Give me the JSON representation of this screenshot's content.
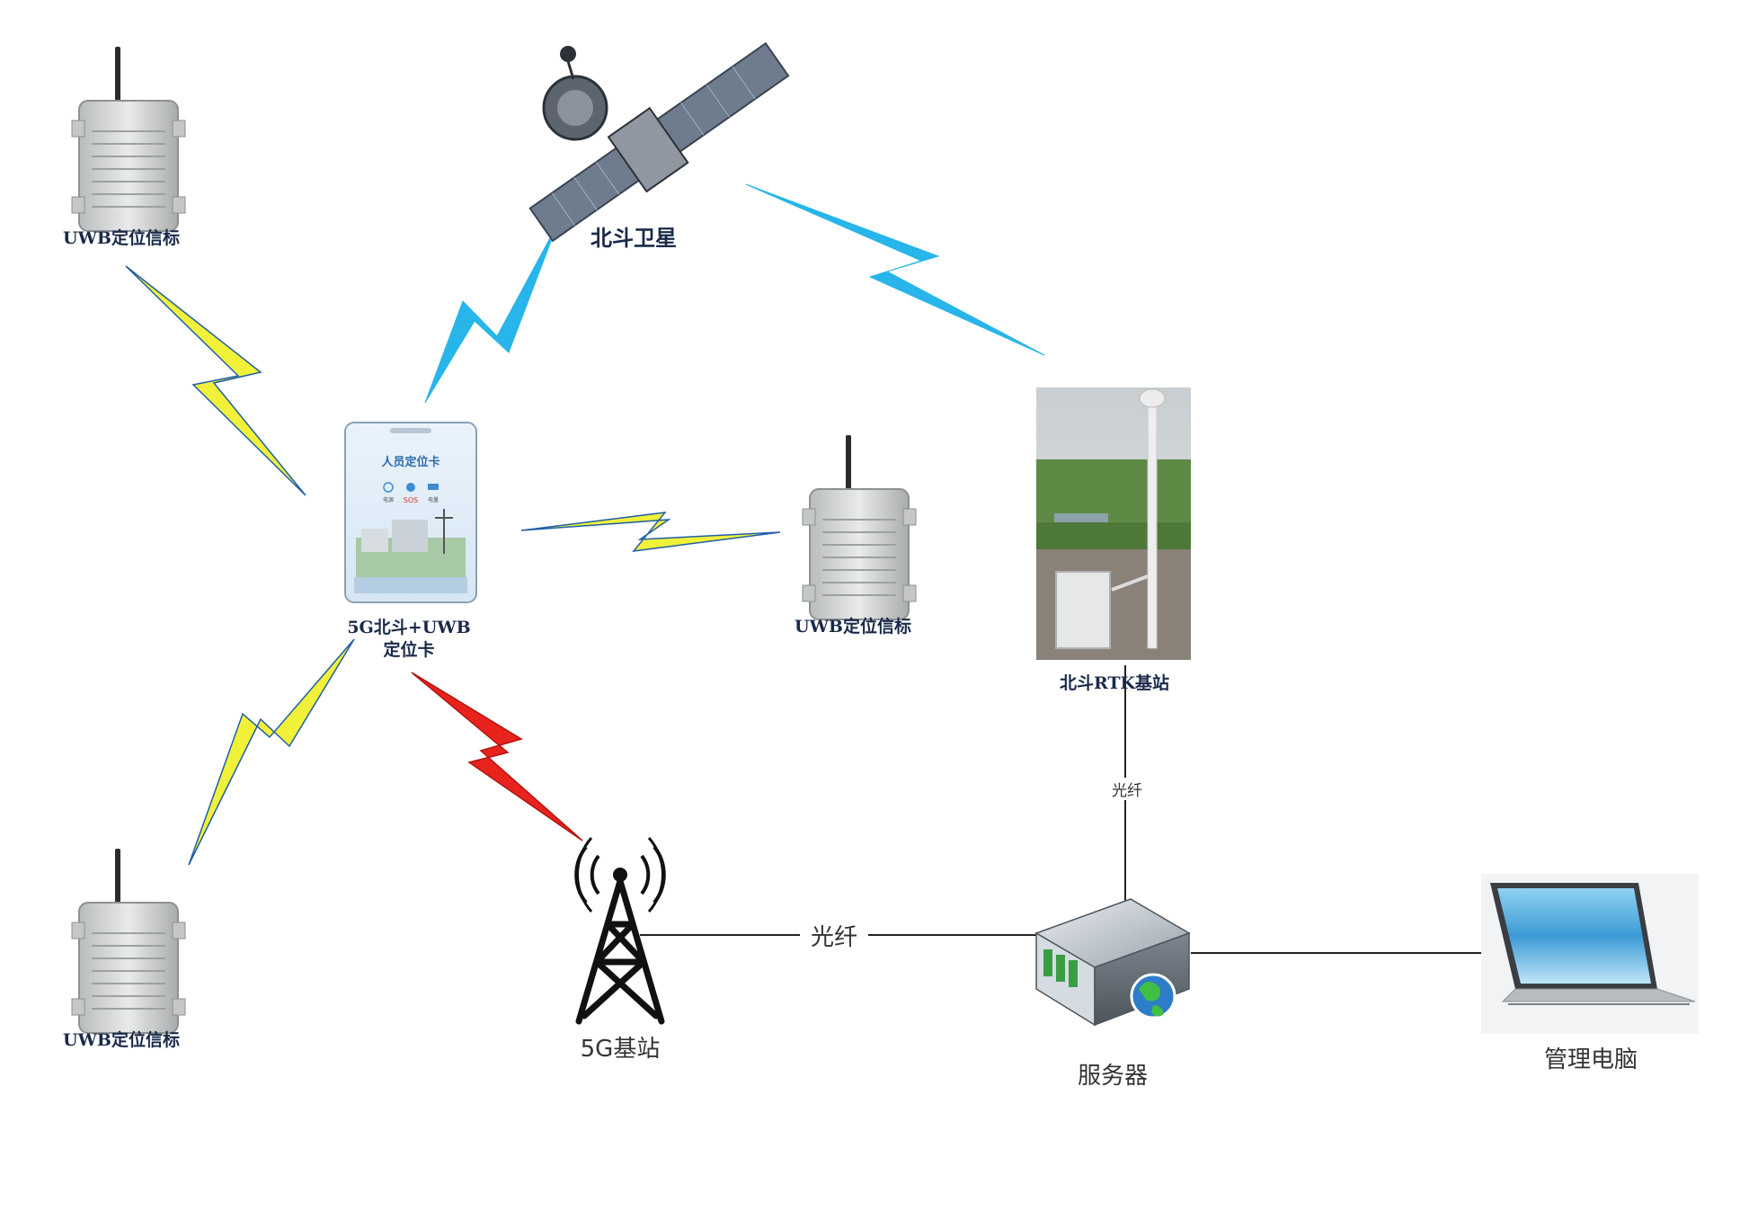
{
  "colors": {
    "blue_bolt": "#27b5ea",
    "yellow_bolt": "#f1f13a",
    "red_bolt": "#e8231e",
    "bolt_edge_blue": "#1f5fa8",
    "line": "#222222"
  },
  "nodes": {
    "uwb_beacon_top_left": {
      "label": "UWB定位信标",
      "icon": "uwb-beacon-icon"
    },
    "uwb_beacon_middle": {
      "label": "UWB定位信标",
      "icon": "uwb-beacon-icon"
    },
    "uwb_beacon_bottom_left": {
      "label": "UWB定位信标",
      "icon": "uwb-beacon-icon"
    },
    "satellite": {
      "label": "北斗卫星",
      "icon": "satellite-icon"
    },
    "card": {
      "label_line1": "5G北斗+UWB",
      "label_line2": "定位卡",
      "icon": "positioning-card-icon",
      "card_title": "人员定位卡",
      "card_status": [
        "电源",
        "SOS",
        "电量"
      ]
    },
    "rtk_station": {
      "label": "北斗RTK基站",
      "icon": "rtk-base-station-icon"
    },
    "tower_5g": {
      "label": "5G基站",
      "icon": "cell-tower-icon"
    },
    "server": {
      "label": "服务器",
      "icon": "server-icon"
    },
    "pc": {
      "label": "管理电脑",
      "icon": "laptop-icon"
    }
  },
  "links": {
    "fiber_rtk_server": "光纤",
    "fiber_tower_server": "光纤"
  }
}
